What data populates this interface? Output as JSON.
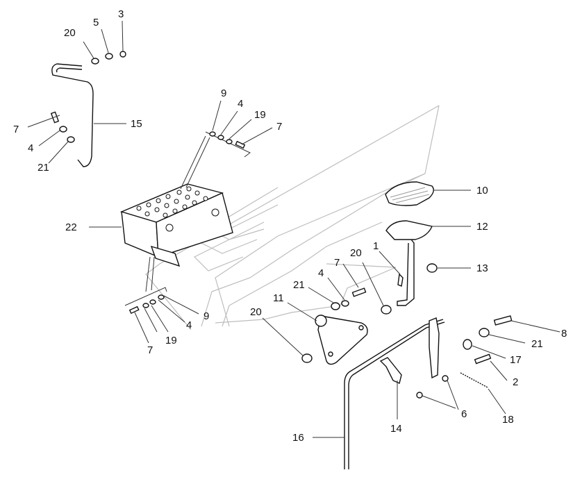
{
  "diagram": {
    "labels": {
      "l_20_top": "20",
      "l_5_top": "5",
      "l_3_top": "3",
      "l_15": "15",
      "l_7_left": "7",
      "l_4_left": "4",
      "l_21_left": "21",
      "l_9_top": "9",
      "l_4_top": "4",
      "l_19_top": "19",
      "l_7_top": "7",
      "l_22": "22",
      "l_10": "10",
      "l_12": "12",
      "l_13": "13",
      "l_20_mid": "20",
      "l_1": "1",
      "l_7_mid": "7",
      "l_4_mid": "4",
      "l_21_mid": "21",
      "l_11": "11",
      "l_20_low": "20",
      "l_9_low": "9",
      "l_4_low": "4",
      "l_19_low": "19",
      "l_7_low": "7",
      "l_8": "8",
      "l_21_right": "21",
      "l_17": "17",
      "l_2": "2",
      "l_6": "6",
      "l_14": "14",
      "l_18": "18",
      "l_16": "16"
    }
  }
}
